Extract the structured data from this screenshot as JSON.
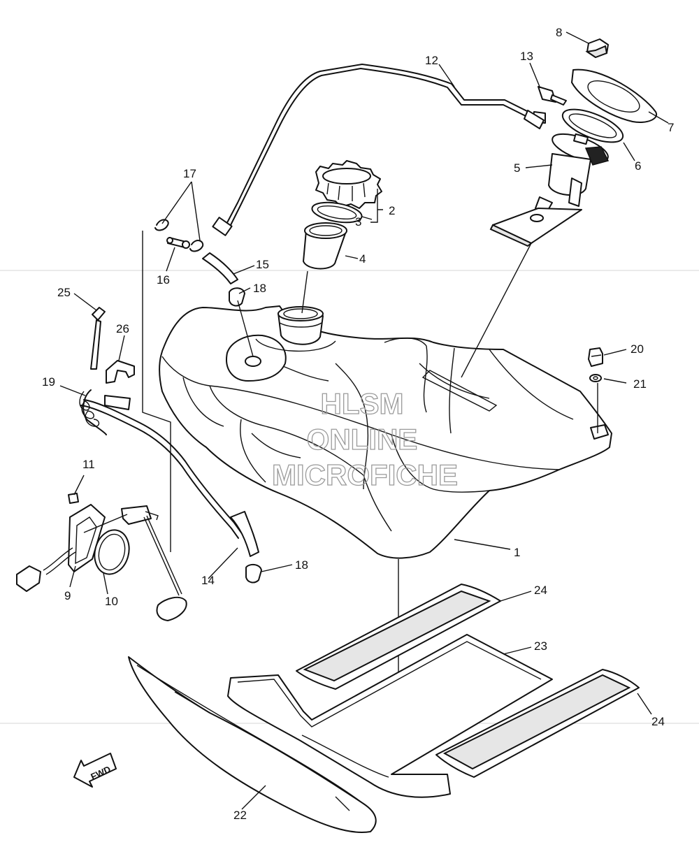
{
  "labels": {
    "p1": "1",
    "p2": "2",
    "p3": "3",
    "p4": "4",
    "p5": "5",
    "p6": "6",
    "p7": "7",
    "p8": "8",
    "p9": "9",
    "p10": "10",
    "p11": "11",
    "p12": "12",
    "p13": "13",
    "p14": "14",
    "p15": "15",
    "p16": "16",
    "p17": "17",
    "p18a": "18",
    "p18b": "18",
    "p19": "19",
    "p20": "20",
    "p21": "21",
    "p22": "22",
    "p23": "23",
    "p24a": "24",
    "p24b": "24",
    "p25": "25",
    "p26": "26"
  },
  "watermark": {
    "line1": "HLSM",
    "line2": "ONLINE",
    "line3": "MICROFICHE"
  },
  "fwd_arrow": {
    "text": "FWD"
  }
}
